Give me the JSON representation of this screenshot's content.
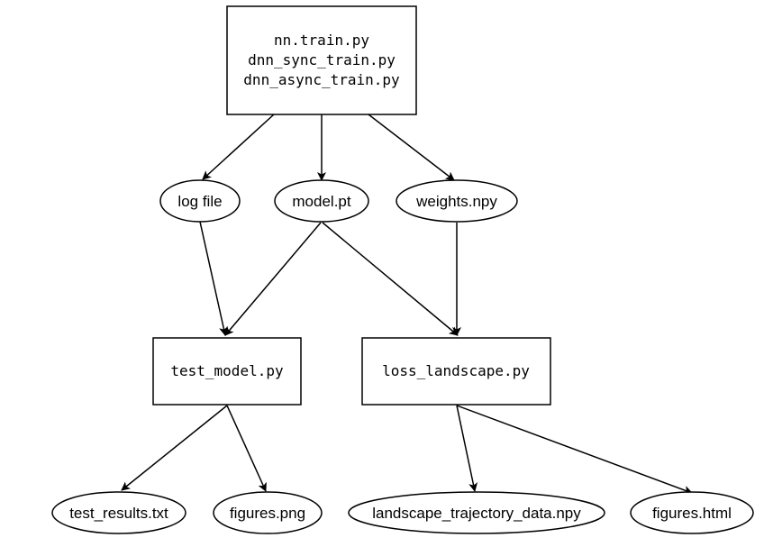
{
  "nodes": {
    "train_scripts": {
      "lines": [
        "nn.train.py",
        "dnn_sync_train.py",
        "dnn_async_train.py"
      ]
    },
    "log_file": {
      "label": "log file"
    },
    "model_pt": {
      "label": "model.pt"
    },
    "weights_npy": {
      "label": "weights.npy"
    },
    "test_model": {
      "label": "test_model.py"
    },
    "loss_landscape": {
      "label": "loss_landscape.py"
    },
    "test_results": {
      "label": "test_results.txt"
    },
    "figures_png": {
      "label": "figures.png"
    },
    "landscape_data": {
      "label": "landscape_trajectory_data.npy"
    },
    "figures_html": {
      "label": "figures.html"
    }
  },
  "edges": [
    {
      "from": "train_scripts",
      "to": "log_file"
    },
    {
      "from": "train_scripts",
      "to": "model_pt"
    },
    {
      "from": "train_scripts",
      "to": "weights_npy"
    },
    {
      "from": "log_file",
      "to": "test_model"
    },
    {
      "from": "model_pt",
      "to": "test_model"
    },
    {
      "from": "model_pt",
      "to": "loss_landscape"
    },
    {
      "from": "weights_npy",
      "to": "loss_landscape"
    },
    {
      "from": "test_model",
      "to": "test_results"
    },
    {
      "from": "test_model",
      "to": "figures_png"
    },
    {
      "from": "loss_landscape",
      "to": "landscape_data"
    },
    {
      "from": "loss_landscape",
      "to": "figures_html"
    }
  ],
  "colors": {
    "stroke": "#000000",
    "fill": "#ffffff",
    "text": "#000000"
  }
}
